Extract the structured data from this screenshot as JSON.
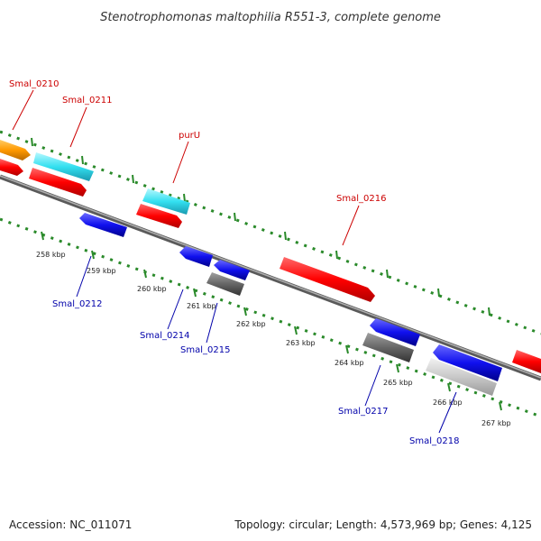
{
  "title": "Stenotrophomonas maltophilia R551-3, complete genome",
  "footer": {
    "accession": "Accession: NC_011071",
    "summary": "Topology: circular; Length: 4,573,969 bp; Genes: 4,125"
  },
  "colors": {
    "forward_label": "#cc0000",
    "reverse_label": "#0000aa",
    "red": "#ff0000",
    "blue": "#1010ee",
    "cyan": "#33e0f0",
    "orange": "#ff9900",
    "gray": "#666666",
    "lightgray": "#c8c8c8",
    "backbone": "#888888",
    "ticks": "#2a8a2a"
  },
  "scale_labels": [
    "258 kbp",
    "259 kbp",
    "260 kbp",
    "261 kbp",
    "262 kbp",
    "263 kbp",
    "264 kbp",
    "265 kbp",
    "266 kbp",
    "267 kbp"
  ],
  "gene_labels": {
    "Smal_0210": "Smal_0210",
    "Smal_0211": "Smal_0211",
    "purU": "purU",
    "Smal_0216": "Smal_0216",
    "Smal_0212": "Smal_0212",
    "Smal_0214": "Smal_0214",
    "Smal_0215": "Smal_0215",
    "Smal_0217": "Smal_0217",
    "Smal_0218": "Smal_0218"
  }
}
